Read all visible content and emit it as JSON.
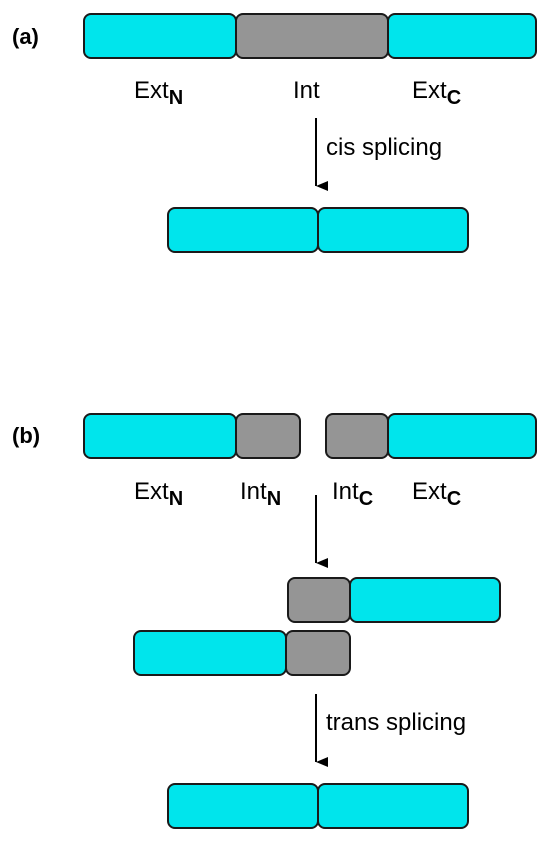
{
  "colors": {
    "extein": "#00e5ec",
    "intein": "#959595",
    "outline": "#1a1a1a",
    "text": "#000000"
  },
  "panel_a": {
    "label": "(a)",
    "labels": {
      "ext_n_main": "Ext",
      "ext_n_sub": "N",
      "int_main": "Int",
      "ext_c_main": "Ext",
      "ext_c_sub": "C"
    },
    "step_label": "cis splicing"
  },
  "panel_b": {
    "label": "(b)",
    "labels": {
      "ext_n_main": "Ext",
      "ext_n_sub": "N",
      "int_n_main": "Int",
      "int_n_sub": "N",
      "int_c_main": "Int",
      "int_c_sub": "C",
      "ext_c_main": "Ext",
      "ext_c_sub": "C"
    },
    "step_label": "trans splicing"
  }
}
